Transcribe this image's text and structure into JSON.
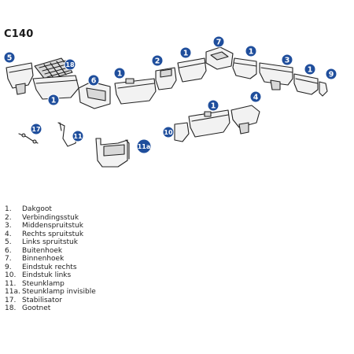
{
  "title": "C140",
  "badges": [
    "5",
    "18",
    "1",
    "6",
    "1",
    "2",
    "1",
    "7",
    "1",
    "3",
    "1",
    "9",
    "17",
    "11",
    "11a",
    "10",
    "1",
    "4"
  ],
  "legend": [
    {
      "num": "1.",
      "label": "Dakgoot"
    },
    {
      "num": "2.",
      "label": "Verbindingsstuk"
    },
    {
      "num": "3.",
      "label": "Middenspruitstuk"
    },
    {
      "num": "4.",
      "label": "Rechts spruitstuk"
    },
    {
      "num": "5.",
      "label": "Links spruitstuk"
    },
    {
      "num": "6.",
      "label": "Buitenhoek"
    },
    {
      "num": "7.",
      "label": "Binnenhoek"
    },
    {
      "num": "9.",
      "label": "Eindstuk rechts"
    },
    {
      "num": "10.",
      "label": "Eindstuk links"
    },
    {
      "num": "11.",
      "label": "Steunklamp"
    },
    {
      "num": "11a.",
      "label": "Steunklamp invisible"
    },
    {
      "num": "17.",
      "label": "Stabilisator"
    },
    {
      "num": "18.",
      "label": "Gootnet"
    }
  ],
  "colors": {
    "badge": "#1f4e9c",
    "badge_text": "#ffffff",
    "line": "#222222"
  }
}
